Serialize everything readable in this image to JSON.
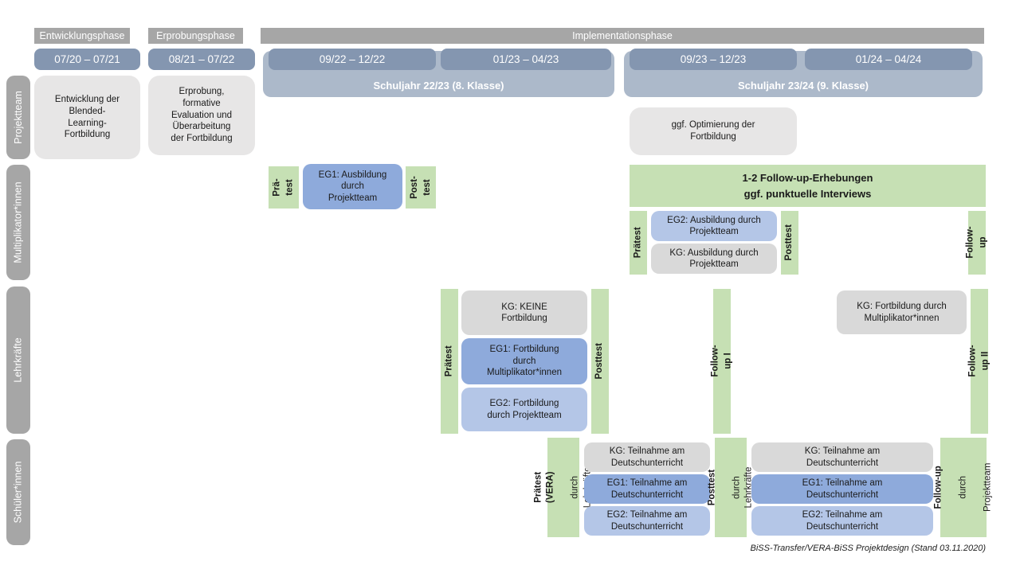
{
  "header": {
    "phases": [
      "Entwicklungsphase",
      "Erprobungsphase",
      "Implementationsphase"
    ],
    "dates": [
      "07/20 – 07/21",
      "08/21 – 07/22",
      "09/22 – 12/22",
      "01/23 – 04/23",
      "09/23 – 12/23",
      "01/24 – 04/24"
    ],
    "schoolyears": [
      "Schuljahr 22/23 (8. Klasse)",
      "Schuljahr 23/24 (9. Klasse)"
    ]
  },
  "row_labels": [
    "Projektteam",
    "Multiplikator*innen",
    "Lehrkräfte",
    "Schüler*innen"
  ],
  "projektteam": {
    "box1": "Entwicklung der\nBlended-\nLearning-\nFortbildung",
    "box2": "Erprobung,\nformative\nEvaluation und\nÜberarbeitung\nder Fortbildung",
    "box3": "ggf. Optimierung der\nFortbildung"
  },
  "multiplikatoren": {
    "praetest1": "Prä-\ntest",
    "eg1": "EG1: Ausbildung\ndurch\nProjektteam",
    "posttest1": "Post-\ntest",
    "followup_bar": "1-2 Follow-up-Erhebungen\nggf. punktuelle Interviews",
    "praetest2": "Prätest",
    "eg2": "EG2: Ausbildung durch\nProjektteam",
    "kg": "KG: Ausbildung durch\nProjektteam",
    "posttest2": "Posttest",
    "followup": "Follow-up"
  },
  "lehrkraefte": {
    "praetest": "Prätest",
    "kg": "KG: KEINE\nFortbildung",
    "eg1": "EG1: Fortbildung\ndurch\nMultiplikator*innen",
    "eg2": "EG2: Fortbildung\ndurch Projektteam",
    "posttest": "Posttest",
    "followup1": "Follow-up I",
    "kg2": "KG: Fortbildung durch\nMultiplikator*innen",
    "followup2": "Follow-up II"
  },
  "schueler": {
    "praetest_main": "Prätest (VERA)",
    "praetest_sub": "durch Lehrkräfte",
    "kg1": "KG: Teilnahme am\nDeutschunterricht",
    "eg1a": "EG1: Teilnahme am\nDeutschunterricht",
    "eg2a": "EG2: Teilnahme am\nDeutschunterricht",
    "posttest_main": "Posttest",
    "posttest_sub": "durch Lehrkräfte",
    "kg2": "KG: Teilnahme am\nDeutschunterricht",
    "eg1b": "EG1: Teilnahme am\nDeutschunterricht",
    "eg2b": "EG2: Teilnahme am\nDeutschunterricht",
    "followup_main": "Follow-up",
    "followup_sub1": "durch",
    "followup_sub2": "Projektteam"
  },
  "footer": "BiSS-Transfer/VERA-BiSS Projektdesign (Stand 03.11.2020)",
  "colors": {
    "phase_bar": "#a6a6a6",
    "date_bar": "#8496b0",
    "schoolyear_bar": "#acb9ca",
    "row_label_bar": "#a6a6a6",
    "info_box": "#e7e6e6",
    "kg_box": "#d9d9d9",
    "eg1_box": "#8eaadb",
    "eg2_box": "#b4c6e7",
    "test_bar_green": "#c6e0b4"
  }
}
